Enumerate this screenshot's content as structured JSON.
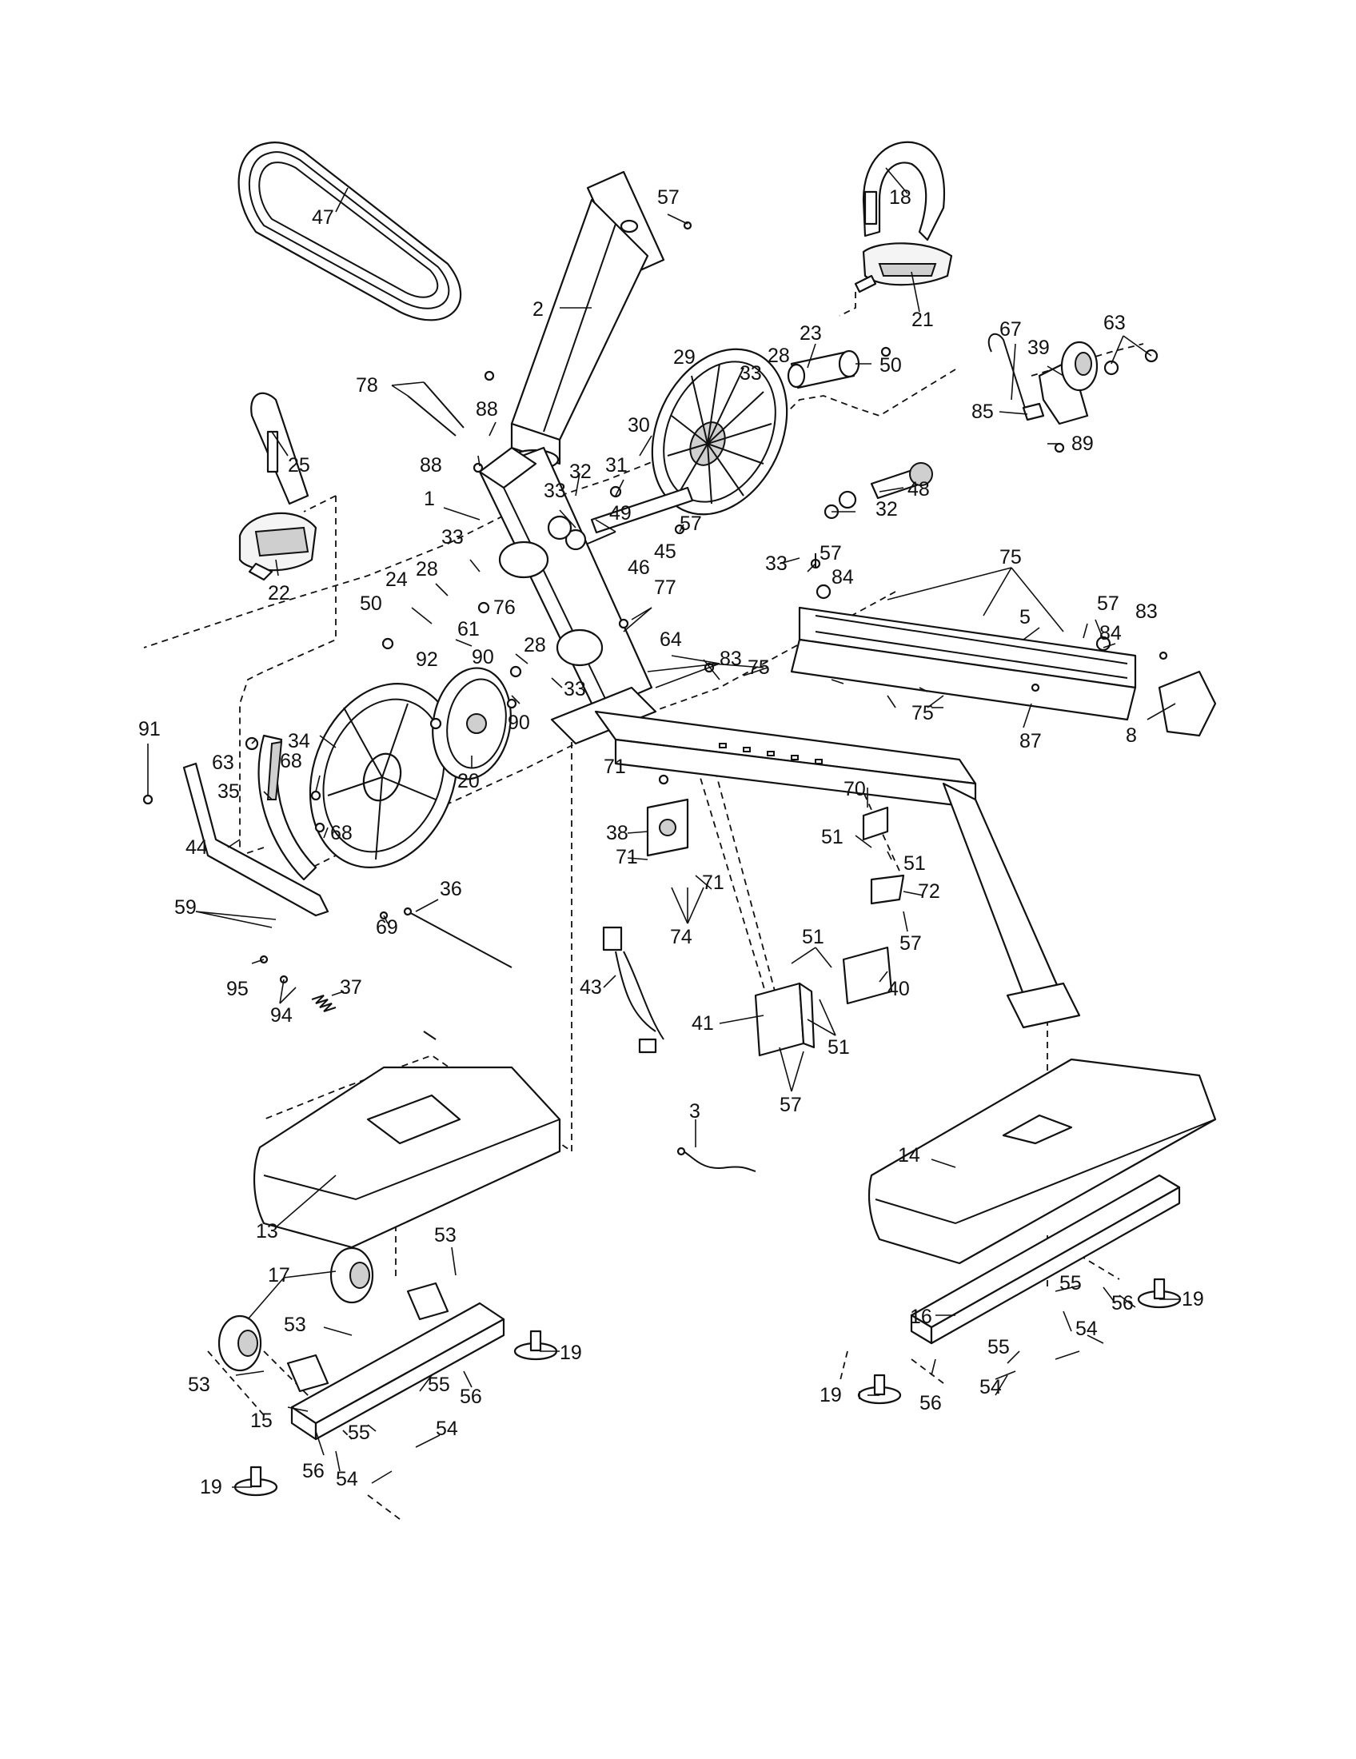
{
  "callouts": [
    {
      "id": "c47",
      "text": "47"
    },
    {
      "id": "c57a",
      "text": "57"
    },
    {
      "id": "c18",
      "text": "18"
    },
    {
      "id": "c2",
      "text": "2"
    },
    {
      "id": "c21",
      "text": "21"
    },
    {
      "id": "c23",
      "text": "23"
    },
    {
      "id": "c67",
      "text": "67"
    },
    {
      "id": "c63a",
      "text": "63"
    },
    {
      "id": "c39",
      "text": "39"
    },
    {
      "id": "c29",
      "text": "29"
    },
    {
      "id": "c33a",
      "text": "33"
    },
    {
      "id": "c28a",
      "text": "28"
    },
    {
      "id": "c50a",
      "text": "50"
    },
    {
      "id": "c78",
      "text": "78"
    },
    {
      "id": "c88a",
      "text": "88"
    },
    {
      "id": "c88b",
      "text": "88"
    },
    {
      "id": "c30",
      "text": "30"
    },
    {
      "id": "c85",
      "text": "85"
    },
    {
      "id": "c89",
      "text": "89"
    },
    {
      "id": "c25",
      "text": "25"
    },
    {
      "id": "c32a",
      "text": "32"
    },
    {
      "id": "c31",
      "text": "31"
    },
    {
      "id": "c48",
      "text": "48"
    },
    {
      "id": "c1",
      "text": "1"
    },
    {
      "id": "c33b",
      "text": "33"
    },
    {
      "id": "c49",
      "text": "49"
    },
    {
      "id": "c32b",
      "text": "32"
    },
    {
      "id": "c57b",
      "text": "57"
    },
    {
      "id": "c45",
      "text": "45"
    },
    {
      "id": "c33c",
      "text": "33"
    },
    {
      "id": "c33d",
      "text": "33"
    },
    {
      "id": "c46",
      "text": "46"
    },
    {
      "id": "c57c",
      "text": "57"
    },
    {
      "id": "c84a",
      "text": "84"
    },
    {
      "id": "c75a",
      "text": "75"
    },
    {
      "id": "c22",
      "text": "22"
    },
    {
      "id": "c24",
      "text": "24"
    },
    {
      "id": "c28b",
      "text": "28"
    },
    {
      "id": "c77",
      "text": "77"
    },
    {
      "id": "c57d",
      "text": "57"
    },
    {
      "id": "c83a",
      "text": "83"
    },
    {
      "id": "c50b",
      "text": "50"
    },
    {
      "id": "c61",
      "text": "61"
    },
    {
      "id": "c76",
      "text": "76"
    },
    {
      "id": "c5",
      "text": "5"
    },
    {
      "id": "c84b",
      "text": "84"
    },
    {
      "id": "c92",
      "text": "92"
    },
    {
      "id": "c90a",
      "text": "90"
    },
    {
      "id": "c28c",
      "text": "28"
    },
    {
      "id": "c64",
      "text": "64"
    },
    {
      "id": "c83b",
      "text": "83"
    },
    {
      "id": "c75b",
      "text": "75"
    },
    {
      "id": "c33e",
      "text": "33"
    },
    {
      "id": "c75c",
      "text": "75"
    },
    {
      "id": "c91",
      "text": "91"
    },
    {
      "id": "c34",
      "text": "34"
    },
    {
      "id": "c90b",
      "text": "90"
    },
    {
      "id": "c87",
      "text": "87"
    },
    {
      "id": "c8",
      "text": "8"
    },
    {
      "id": "c63b",
      "text": "63"
    },
    {
      "id": "c68a",
      "text": "68"
    },
    {
      "id": "c20",
      "text": "20"
    },
    {
      "id": "c71a",
      "text": "71"
    },
    {
      "id": "c35",
      "text": "35"
    },
    {
      "id": "c70",
      "text": "70"
    },
    {
      "id": "c38",
      "text": "38"
    },
    {
      "id": "c68b",
      "text": "68"
    },
    {
      "id": "c44",
      "text": "44"
    },
    {
      "id": "c51a",
      "text": "51"
    },
    {
      "id": "c51b",
      "text": "51"
    },
    {
      "id": "c71b",
      "text": "71"
    },
    {
      "id": "c71c",
      "text": "71"
    },
    {
      "id": "c72",
      "text": "72"
    },
    {
      "id": "c59",
      "text": "59"
    },
    {
      "id": "c36",
      "text": "36"
    },
    {
      "id": "c69",
      "text": "69"
    },
    {
      "id": "c57e",
      "text": "57"
    },
    {
      "id": "c74",
      "text": "74"
    },
    {
      "id": "c51c",
      "text": "51"
    },
    {
      "id": "c95",
      "text": "95"
    },
    {
      "id": "c37",
      "text": "37"
    },
    {
      "id": "c43",
      "text": "43"
    },
    {
      "id": "c40",
      "text": "40"
    },
    {
      "id": "c94",
      "text": "94"
    },
    {
      "id": "c41",
      "text": "41"
    },
    {
      "id": "c51d",
      "text": "51"
    },
    {
      "id": "c57f",
      "text": "57"
    },
    {
      "id": "c3",
      "text": "3"
    },
    {
      "id": "c14",
      "text": "14"
    },
    {
      "id": "c13",
      "text": "13"
    },
    {
      "id": "c53a",
      "text": "53"
    },
    {
      "id": "c17",
      "text": "17"
    },
    {
      "id": "c53b",
      "text": "53"
    },
    {
      "id": "c19a",
      "text": "19"
    },
    {
      "id": "c19b",
      "text": "19"
    },
    {
      "id": "c16",
      "text": "16"
    },
    {
      "id": "c55a",
      "text": "55"
    },
    {
      "id": "c56a",
      "text": "56"
    },
    {
      "id": "c53c",
      "text": "53"
    },
    {
      "id": "c55b",
      "text": "55"
    },
    {
      "id": "c56b",
      "text": "56"
    },
    {
      "id": "c15",
      "text": "15"
    },
    {
      "id": "c54a",
      "text": "54"
    },
    {
      "id": "c55c",
      "text": "55"
    },
    {
      "id": "c55d",
      "text": "55"
    },
    {
      "id": "c54b",
      "text": "54"
    },
    {
      "id": "c19c",
      "text": "19"
    },
    {
      "id": "c54c",
      "text": "54"
    },
    {
      "id": "c56c",
      "text": "56"
    },
    {
      "id": "c19d",
      "text": "19"
    },
    {
      "id": "c54d",
      "text": "54"
    },
    {
      "id": "c56d",
      "text": "56"
    }
  ]
}
